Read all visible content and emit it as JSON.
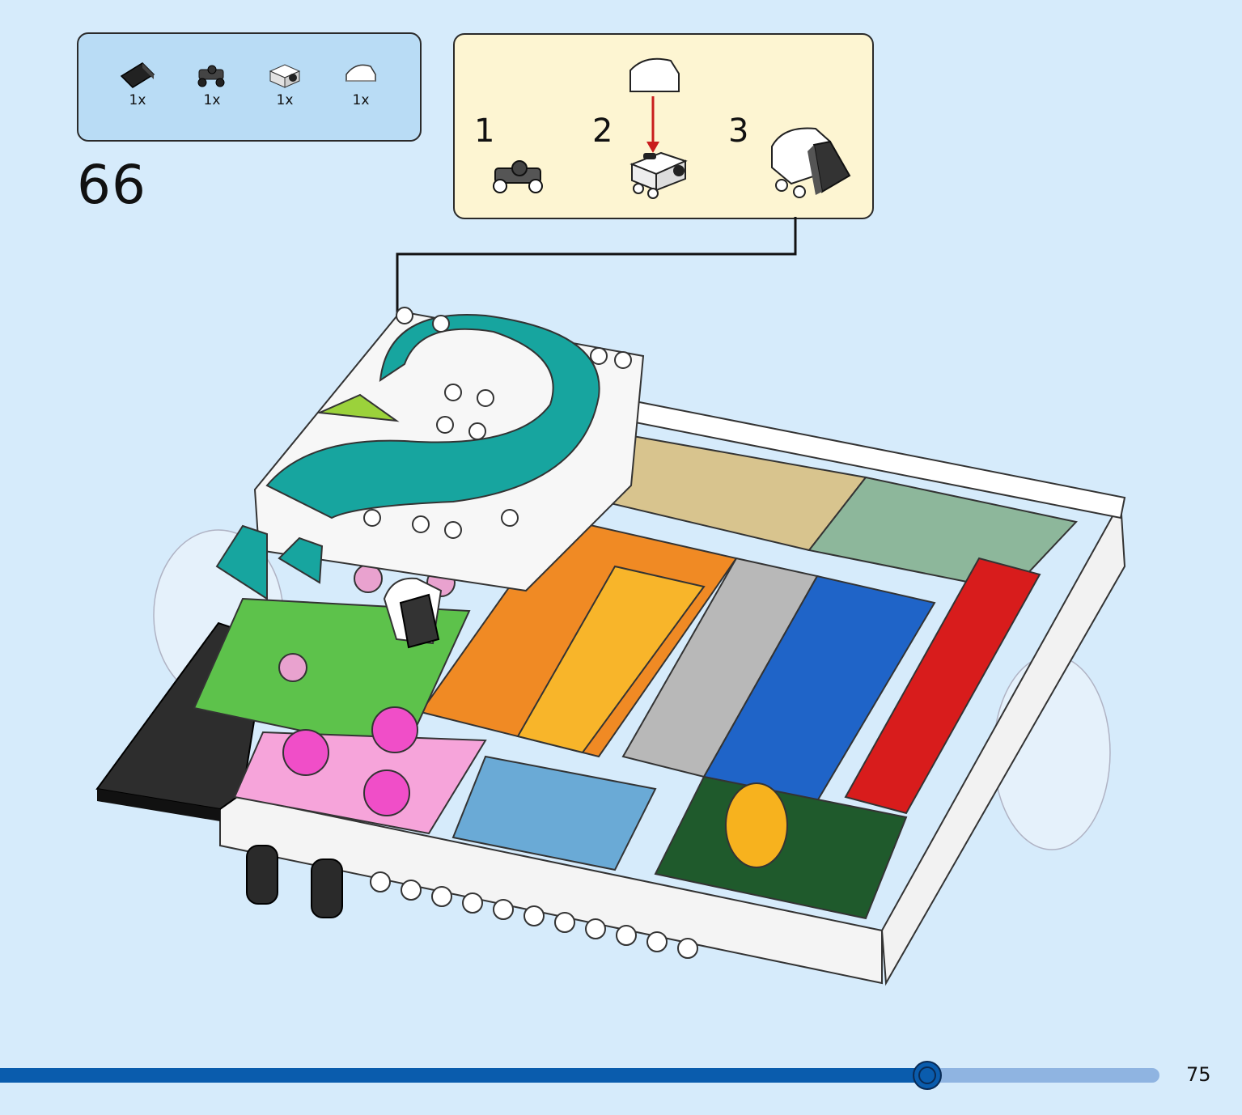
{
  "parts": [
    {
      "icon": "slope-brick-black-icon",
      "qty": "1x"
    },
    {
      "icon": "wheel-plate-dark-icon",
      "qty": "1x"
    },
    {
      "icon": "bracket-brick-white-icon",
      "qty": "1x"
    },
    {
      "icon": "curved-tile-white-icon",
      "qty": "1x"
    }
  ],
  "step": "66",
  "substeps": [
    "1",
    "2",
    "3"
  ],
  "progress": {
    "fraction": 0.8
  },
  "page_number": "75",
  "colors": {
    "background": "#d6ebfb",
    "parts_panel": "#b9dcf5",
    "callout_panel": "#fdf5d2",
    "progress_fill": "#0a5cad",
    "progress_track": "#8fb4e1"
  }
}
